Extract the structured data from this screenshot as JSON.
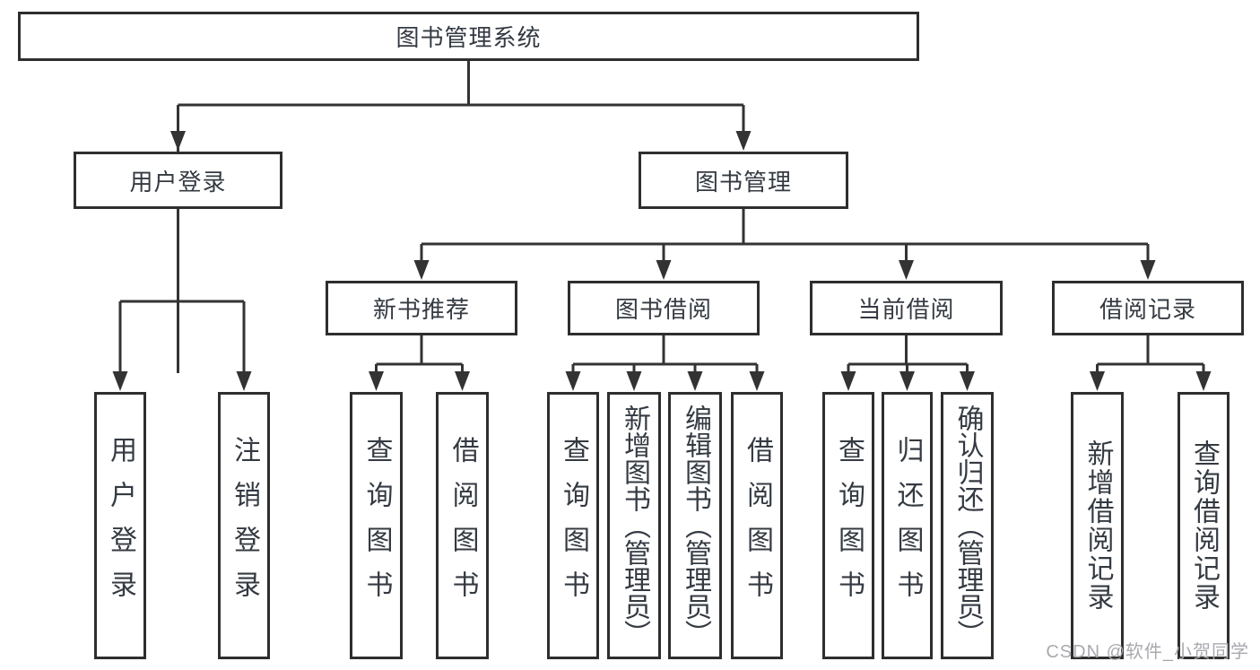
{
  "diagram": {
    "root": {
      "label": "图书管理系统"
    },
    "children": [
      {
        "label": "用户登录",
        "children": [
          {
            "label": "用户登录"
          },
          {
            "label": "注销登录"
          }
        ]
      },
      {
        "label": "图书管理",
        "children": [
          {
            "label": "新书推荐",
            "children": [
              {
                "label": "查询图书"
              },
              {
                "label": "借阅图书"
              }
            ]
          },
          {
            "label": "图书借阅",
            "children": [
              {
                "label": "查询图书"
              },
              {
                "label": "新增图书（管理员）"
              },
              {
                "label": "编辑图书（管理员）"
              },
              {
                "label": "借阅图书"
              }
            ]
          },
          {
            "label": "当前借阅",
            "children": [
              {
                "label": "查询图书"
              },
              {
                "label": "归还图书"
              },
              {
                "label": "确认归还（管理员）"
              }
            ]
          },
          {
            "label": "借阅记录",
            "children": [
              {
                "label": "新增借阅记录"
              },
              {
                "label": "查询借阅记录"
              }
            ]
          }
        ]
      }
    ]
  },
  "watermark": {
    "text": "CSDN @软件_小贺同学"
  },
  "colors": {
    "background": "#ffffff",
    "box_border": "#2e2e2e",
    "line": "#333333",
    "text": "#343a42",
    "watermark": "#a9a9b0"
  }
}
